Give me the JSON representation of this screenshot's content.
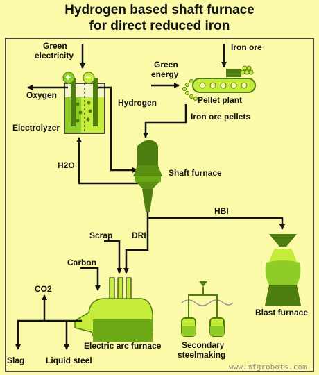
{
  "title_line1": "Hydrogen based shaft furnace",
  "title_line2": "for direct reduced iron",
  "labels": {
    "green_electricity_1": "Green",
    "green_electricity_2": "electricity",
    "iron_ore": "Iron ore",
    "green_energy_1": "Green",
    "green_energy_2": "energy",
    "pellet_plant": "Pellet plant",
    "oxygen": "Oxygen",
    "hydrogen": "Hydrogen",
    "electrolyzer": "Electrolyzer",
    "iron_ore_pellets": "Iron ore pellets",
    "h2o": "H2O",
    "shaft_furnace": "Shaft furnace",
    "hbi": "HBI",
    "scrap": "Scrap",
    "dri": "DRI",
    "carbon": "Carbon",
    "co2": "CO2",
    "blast_furnace": "Blast furnace",
    "slag": "Slag",
    "liquid_steel": "Liquid steel",
    "electric_arc_furnace": "Electric arc furnace",
    "secondary_1": "Secondary",
    "secondary_2": "steelmaking",
    "plus": "+",
    "minus": "−"
  },
  "watermark": "www.mfgrobots.com",
  "colors": {
    "background": "#fbfaa8",
    "green_dark": "#5a8f12",
    "green_light": "#c6ec3b",
    "green_mid": "#8fcc28"
  }
}
